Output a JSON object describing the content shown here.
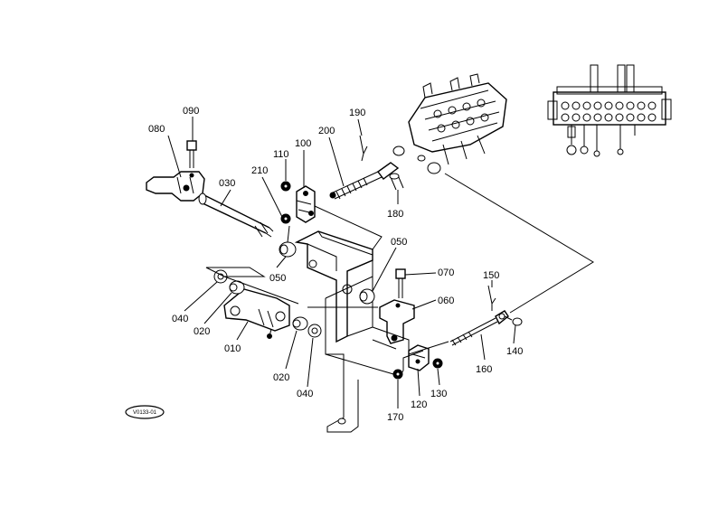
{
  "parts": [
    {
      "id": "090",
      "label": "090"
    },
    {
      "id": "080",
      "label": "080"
    },
    {
      "id": "030",
      "label": "030"
    },
    {
      "id": "210",
      "label": "210"
    },
    {
      "id": "110",
      "label": "110"
    },
    {
      "id": "100",
      "label": "100"
    },
    {
      "id": "200",
      "label": "200"
    },
    {
      "id": "190",
      "label": "190"
    },
    {
      "id": "180",
      "label": "180"
    },
    {
      "id": "050a",
      "label": "050"
    },
    {
      "id": "050b",
      "label": "050"
    },
    {
      "id": "070",
      "label": "070"
    },
    {
      "id": "060",
      "label": "060"
    },
    {
      "id": "150",
      "label": "150"
    },
    {
      "id": "140",
      "label": "140"
    },
    {
      "id": "160",
      "label": "160"
    },
    {
      "id": "040a",
      "label": "040"
    },
    {
      "id": "020a",
      "label": "020"
    },
    {
      "id": "010",
      "label": "010"
    },
    {
      "id": "020b",
      "label": "020"
    },
    {
      "id": "040b",
      "label": "040"
    },
    {
      "id": "170",
      "label": "170"
    },
    {
      "id": "120",
      "label": "120"
    },
    {
      "id": "130",
      "label": "130"
    }
  ],
  "stamp": {
    "label": "V0133-01"
  }
}
